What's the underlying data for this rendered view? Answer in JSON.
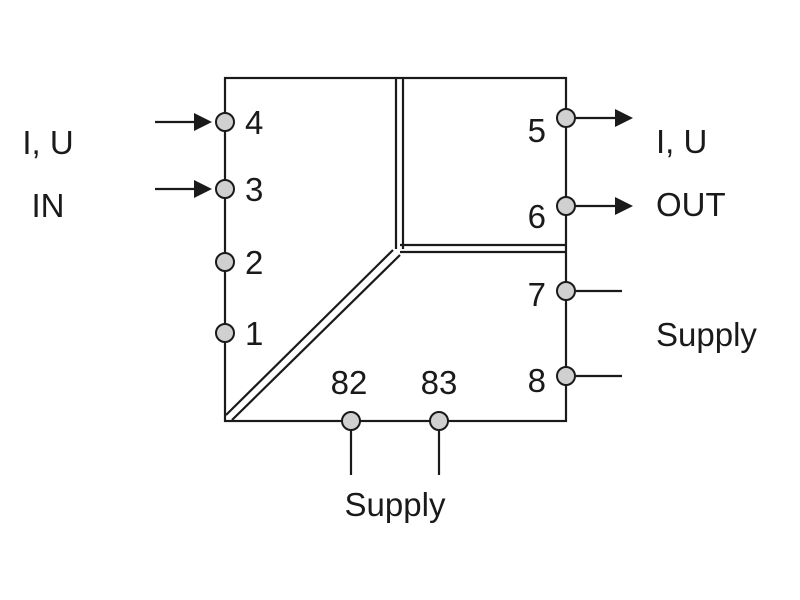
{
  "input": {
    "signal_label": "I, U",
    "direction_label": "IN"
  },
  "output": {
    "signal_label": "I, U",
    "direction_label": "OUT"
  },
  "supply_right_label": "Supply",
  "supply_bottom_label": "Supply",
  "terminals": {
    "t1": "1",
    "t2": "2",
    "t3": "3",
    "t4": "4",
    "t5": "5",
    "t6": "6",
    "t7": "7",
    "t8": "8",
    "t82": "82",
    "t83": "83"
  }
}
